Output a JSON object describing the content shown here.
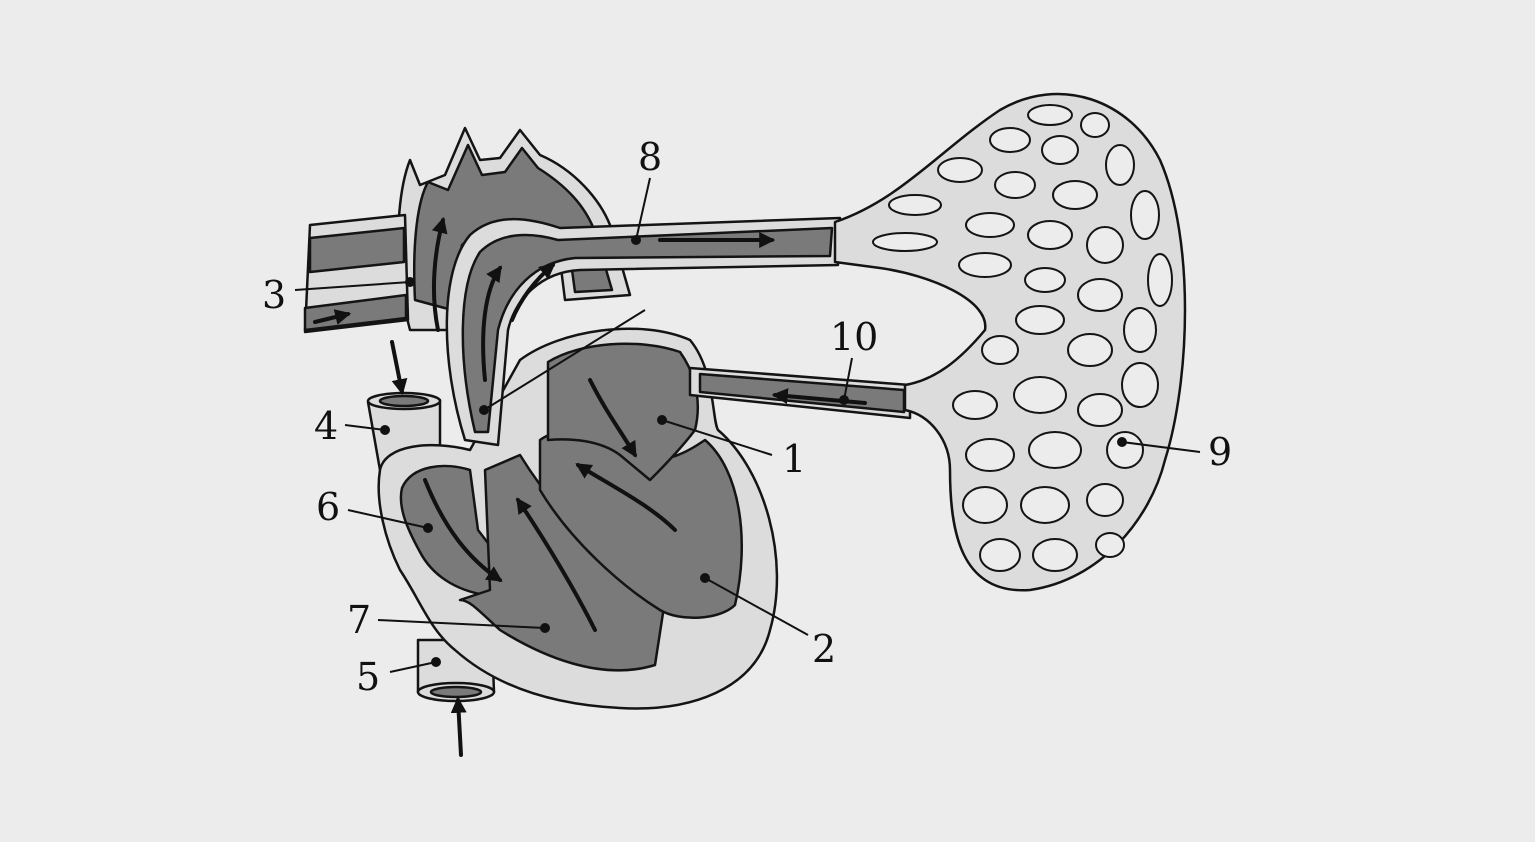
{
  "colors": {
    "background": "#ececec",
    "blood": "#7a7a7a",
    "wall": "#dcdcdc",
    "outline": "#141414"
  },
  "labels": {
    "l1": "1",
    "l2": "2",
    "l3": "3",
    "l4": "4",
    "l5": "5",
    "l6": "6",
    "l7": "7",
    "l8": "8",
    "l9": "9",
    "l10": "10"
  }
}
